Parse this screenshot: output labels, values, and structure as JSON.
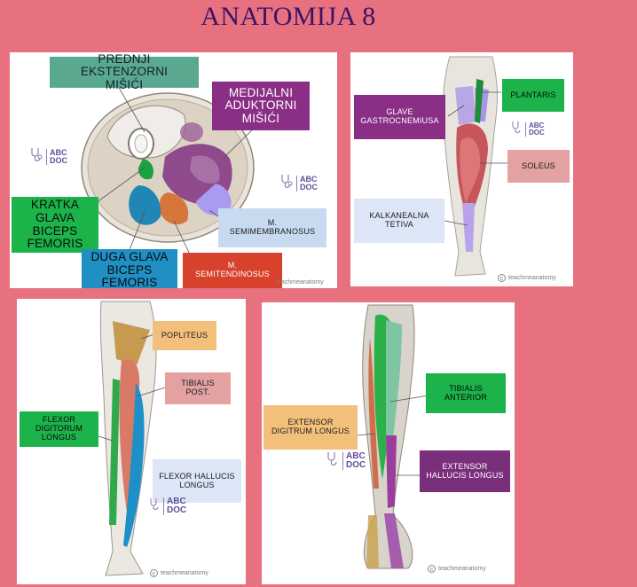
{
  "title": "ANATOMIJA 8",
  "logo_text": [
    "ABC",
    "DOC"
  ],
  "credit": "teachmeanatomy",
  "colors": {
    "background": "#e8717f",
    "teal": "#5aa890",
    "purple": "#8a2e86",
    "green": "#1bb34a",
    "light_blue": "#c8daf0",
    "blue": "#1f8fc4",
    "red": "#d8412b",
    "pink": "#e3a1a2",
    "orange": "#f3c07c",
    "purple_dark": "#7a2f7a"
  },
  "panel1": {
    "labels": {
      "anterior": "PREDNJI EKSTENZORNI MIŠIĆI",
      "medial": "MEDIJALNI ADUKTORNI MIŠIĆI",
      "short_head": "KRATKA GLAVA BICEPS FEMORIS",
      "long_head": "DUGA GLAVA BICEPS FEMORIS",
      "semimembranosus": "M. SEMIMEMBRANOSUS",
      "semitendinosus": "M. SEMITENDINOSUS"
    }
  },
  "panel2": {
    "labels": {
      "plantaris": "PLANTARIS",
      "gastrocnemius": "GLAVE GASTROCNEMIUSA",
      "soleus": "SOLEUS",
      "achilles": "KALKANEALNA TETIVA"
    }
  },
  "panel3": {
    "labels": {
      "popliteus": "POPLITEUS",
      "tibialis_post": "TIBIALIS POST.",
      "fdl": "FLEXOR DIGITORUM LONGUS",
      "fhl": "FLEXOR HALLUCIS LONGUS"
    }
  },
  "panel4": {
    "labels": {
      "tibialis_ant": "TIBIALIS ANTERIOR",
      "edl": "EXTENSOR DIGITRUM LONGUS",
      "ehl": "EXTENSOR HALLUCIS LONGUS"
    }
  }
}
